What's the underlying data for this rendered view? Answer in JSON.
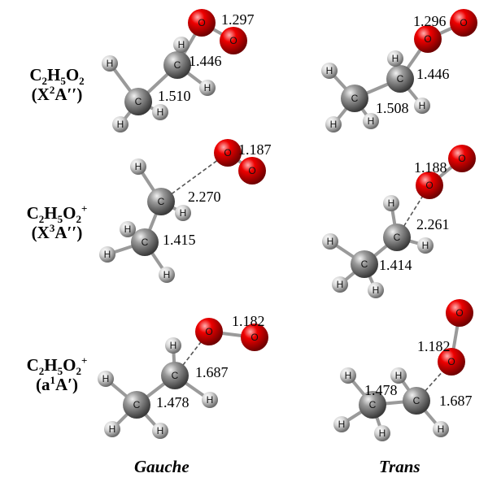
{
  "atom_symbols": {
    "C": "C",
    "H": "H",
    "O": "O"
  },
  "colors": {
    "carbon": "#7a7a7a",
    "hydrogen": "#d8d8d8",
    "oxygen": "#e00000",
    "bond": "#9a9a9a"
  },
  "rows": [
    {
      "formula": [
        [
          "C",
          "2"
        ],
        [
          "H",
          "5"
        ],
        [
          "O",
          "2"
        ]
      ],
      "charge": "",
      "state": {
        "letter": "X",
        "mult": "2",
        "sym": "A′′"
      }
    },
    {
      "formula": [
        [
          "C",
          "2"
        ],
        [
          "H",
          "5"
        ],
        [
          "O",
          "2"
        ]
      ],
      "charge": "+",
      "state": {
        "letter": "X",
        "mult": "3",
        "sym": "A′′"
      }
    },
    {
      "formula": [
        [
          "C",
          "2"
        ],
        [
          "H",
          "5"
        ],
        [
          "O",
          "2"
        ]
      ],
      "charge": "+",
      "state": {
        "letter": "a",
        "mult": "1",
        "sym": "A′"
      }
    }
  ],
  "columns": [
    "Gauche",
    "Trans"
  ],
  "bond_lengths": {
    "r1_gauche": [
      "1.297",
      "1.446",
      "1.510"
    ],
    "r1_trans": [
      "1.296",
      "1.446",
      "1.508"
    ],
    "r2_gauche": [
      "1.187",
      "2.270",
      "1.415"
    ],
    "r2_trans": [
      "1.188",
      "2.261",
      "1.414"
    ],
    "r3_gauche": [
      "1.182",
      "1.687",
      "1.478"
    ],
    "r3_trans": [
      "1.182",
      "1.478",
      "1.687"
    ]
  }
}
